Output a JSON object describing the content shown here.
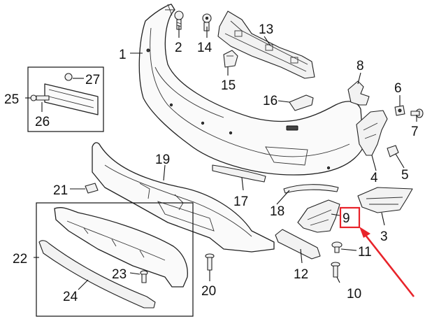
{
  "callouts": [
    {
      "id": "c1",
      "label": "1"
    },
    {
      "id": "c2",
      "label": "2"
    },
    {
      "id": "c3",
      "label": "3"
    },
    {
      "id": "c4",
      "label": "4"
    },
    {
      "id": "c5",
      "label": "5"
    },
    {
      "id": "c6",
      "label": "6"
    },
    {
      "id": "c7",
      "label": "7"
    },
    {
      "id": "c8",
      "label": "8"
    },
    {
      "id": "c9",
      "label": "9"
    },
    {
      "id": "c10",
      "label": "10"
    },
    {
      "id": "c11",
      "label": "11"
    },
    {
      "id": "c12",
      "label": "12"
    },
    {
      "id": "c13",
      "label": "13"
    },
    {
      "id": "c14",
      "label": "14"
    },
    {
      "id": "c15",
      "label": "15"
    },
    {
      "id": "c16",
      "label": "16"
    },
    {
      "id": "c17",
      "label": "17"
    },
    {
      "id": "c18",
      "label": "18"
    },
    {
      "id": "c19",
      "label": "19"
    },
    {
      "id": "c20",
      "label": "20"
    },
    {
      "id": "c21",
      "label": "21"
    },
    {
      "id": "c22",
      "label": "22"
    },
    {
      "id": "c23",
      "label": "23"
    },
    {
      "id": "c24",
      "label": "24"
    },
    {
      "id": "c25",
      "label": "25"
    },
    {
      "id": "c26",
      "label": "26"
    },
    {
      "id": "c27",
      "label": "27"
    }
  ],
  "highlight": {
    "callout": "9",
    "color": "#e8232a"
  },
  "colors": {
    "line": "#222222",
    "background": "#ffffff"
  }
}
